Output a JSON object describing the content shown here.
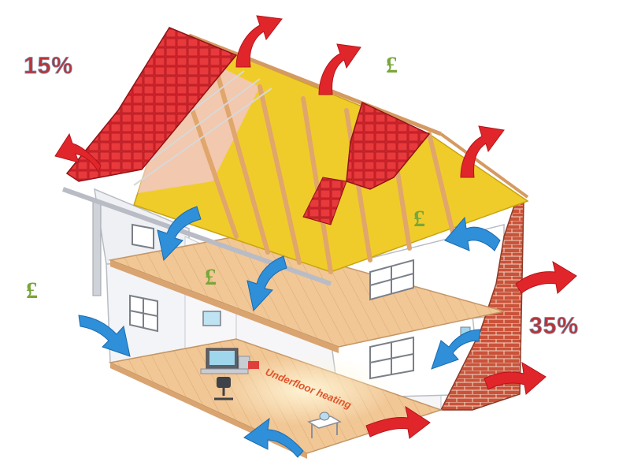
{
  "labels": {
    "roof_loss": "15%",
    "wall_loss": "35%",
    "underfloor": "Underfloor heating",
    "pound_symbol": "£"
  },
  "colors": {
    "heat_loss_arrow": "#e0262b",
    "cold_draught_arrow": "#2f8fd8",
    "roof_tile": "#d9232b",
    "insulation": "#f0cc2a",
    "timber": "#e9b98a",
    "floor": "#f1c796",
    "brick": "#c9533a",
    "percent_text": "#b8343a",
    "pound_text": "#7aa63a",
    "underfloor_text": "#e0562a"
  },
  "icons": {
    "heat_loss": "red-arrow-icon",
    "draught": "blue-arrow-icon",
    "computer": "computer-icon",
    "chair": "office-chair-icon",
    "side_table": "side-table-icon",
    "window": "window-icon",
    "pound": "pound-sign-icon"
  }
}
